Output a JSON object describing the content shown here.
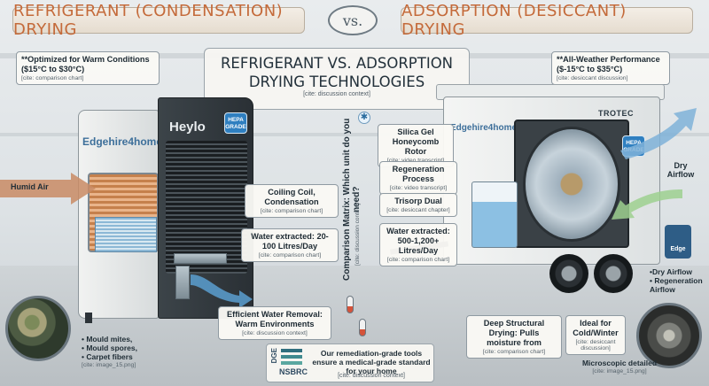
{
  "header": {
    "left_banner": "REFRIGERANT (CONDENSATION) DRYING",
    "vs": "vs.",
    "right_banner": "ADSORPTION (DESICCANT) DRYING"
  },
  "title": {
    "line1": "REFRIGERANT VS. ADSORPTION",
    "line2": "DRYING TECHNOLOGIES",
    "cite": "[cite: discussion context]"
  },
  "left": {
    "temp": {
      "text": "**Optimized for Warm Conditions ($15°C to $30°C)",
      "cite": "[cite: comparison chart]"
    },
    "brand": "Edgehire4homes",
    "model": "Heylo",
    "hepa": "HEPA GRADE",
    "humid_air": "Humid Air",
    "coil": {
      "text": "Coiling Coil, Condensation",
      "cite": "[cite: comparison chart]"
    },
    "water": {
      "text": "Water extracted: 20-100 Litres/Day",
      "cite": "[cite: comparison chart]"
    },
    "removal": {
      "text": "Efficient Water Removal: Warm Environments",
      "cite": "[cite: discussion context]"
    },
    "allergens": [
      "• Mould mites,",
      "• Mould spores,",
      "• Carpet fibers"
    ],
    "allergens_cite": "[cite: image_15.png]"
  },
  "middle": {
    "question": "Comparison Matrix: Which unit do you need?",
    "question_cite": "[cite: discussion context]"
  },
  "right": {
    "temp": {
      "text": "**All-Weather Performance ($-15°C to $35°C)",
      "cite": "[cite: desiccant discussion]"
    },
    "brand": "Edgehire4homes",
    "maker": "TROTEC",
    "hepa": "HEPA GRADE",
    "rotor": {
      "text": "Silica Gel Honeycomb Rotor",
      "cite": "[cite: video transcript]"
    },
    "regen": {
      "text": "Regeneration Process",
      "cite": "[cite: video transcript]"
    },
    "trisorp": {
      "text": "Trisorp Dual",
      "cite": "[cite: desiccant chapter]"
    },
    "water": {
      "text": "Water extracted: 500-1,200+ Litres/Day",
      "cite": "[cite: comparison chart]"
    },
    "dry_airflow": "Dry Airflow",
    "edge": "Edge",
    "airflows": [
      "•Dry Airflow",
      "• Regeneration Airflow"
    ],
    "deep": {
      "text": "Deep Structural Drying: Pulls moisture from",
      "cite": "[cite: comparison chart]"
    },
    "cold": {
      "text": "Ideal for Cold/Winter",
      "cite": "[cite: desiccant discussion]"
    },
    "micro": {
      "text": "Microscopic detailed",
      "cite": "[cite: image_15.png]"
    }
  },
  "bottom": {
    "dge": "DGE",
    "nsbrc": "NSBRC",
    "text": "Our remediation-grade tools ensure a medical-grade standard for your home",
    "cite": "[cite: discussion context]"
  }
}
